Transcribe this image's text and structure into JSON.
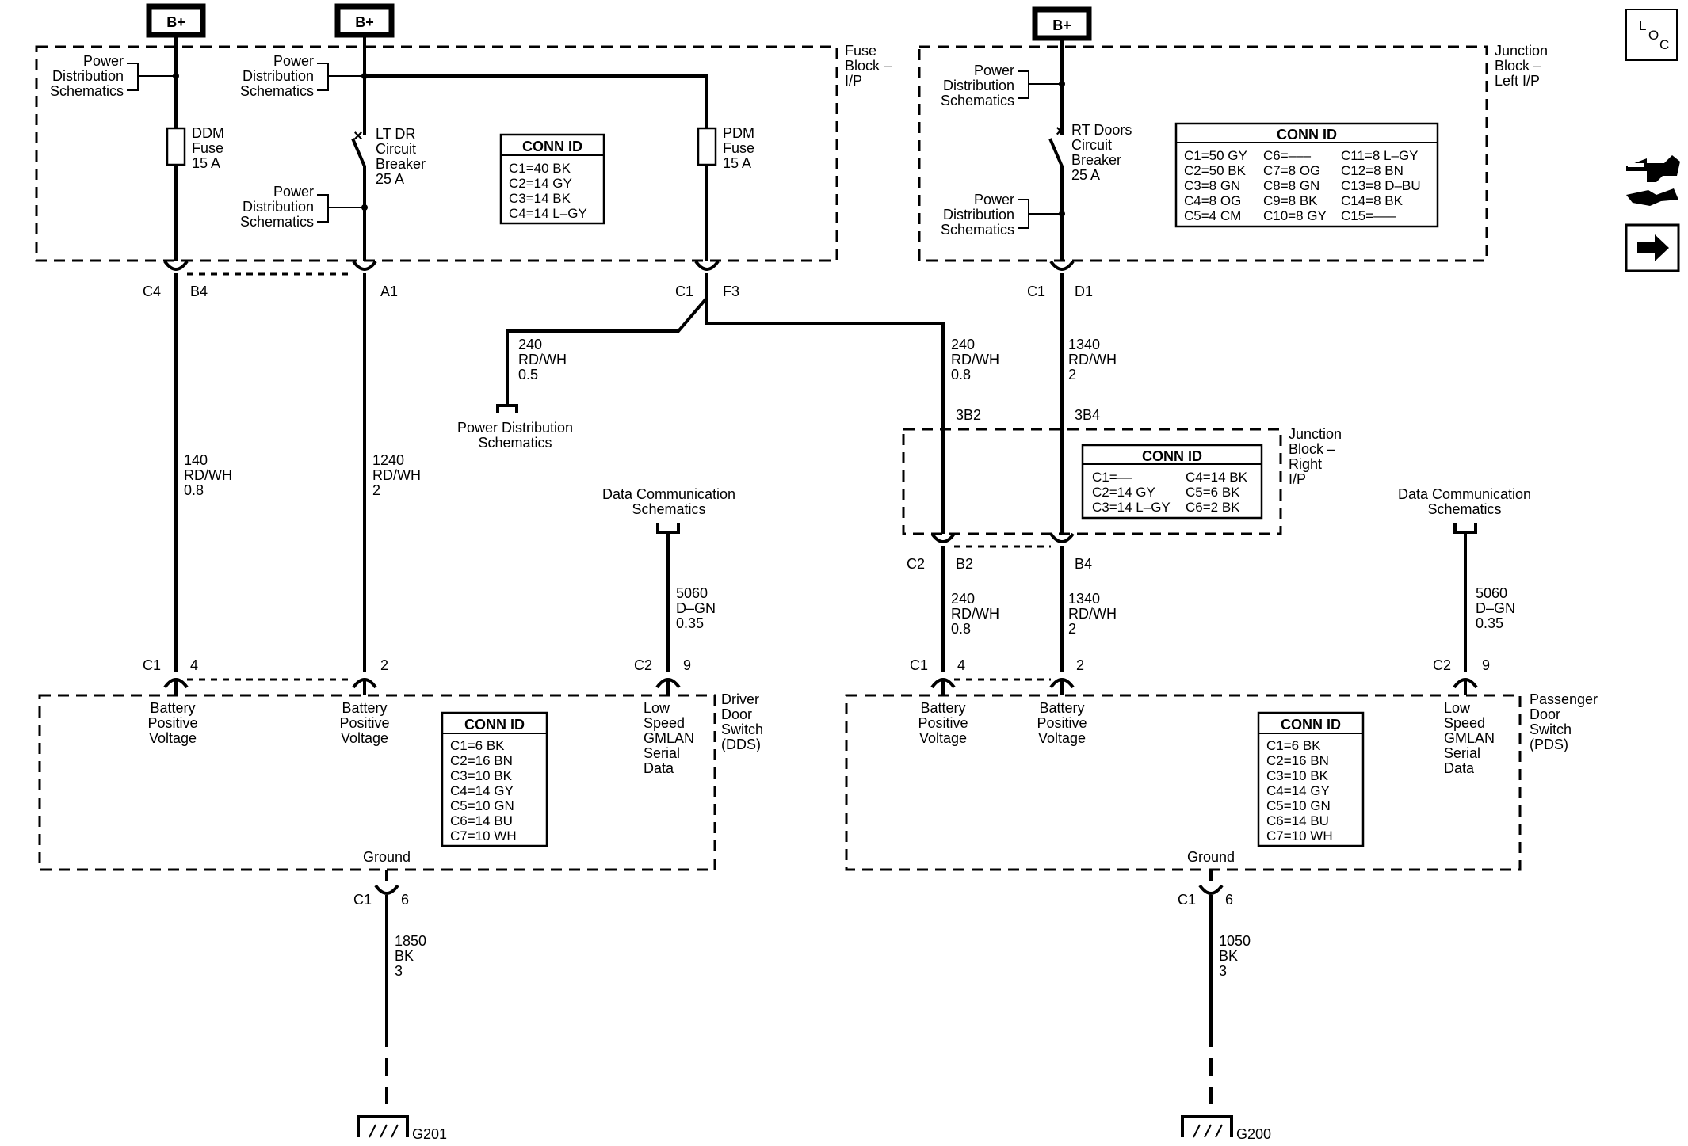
{
  "supplies": {
    "bplus": "B+"
  },
  "icons": {
    "loc_letters": [
      "L",
      "O",
      "C"
    ]
  },
  "fuse_block": {
    "name": [
      "Fuse",
      "Block –",
      "I/P"
    ]
  },
  "jb_left": {
    "name": [
      "Junction",
      "Block –",
      "Left I/P"
    ]
  },
  "jb_right": {
    "name": [
      "Junction",
      "Block –",
      "Right",
      "I/P"
    ]
  },
  "power_dist": [
    "Power",
    "Distribution",
    "Schematics"
  ],
  "ddm_fuse": [
    "DDM",
    "Fuse",
    "15 A"
  ],
  "pdm_fuse": [
    "PDM",
    "Fuse",
    "15 A"
  ],
  "lt_breaker": [
    "LT DR",
    "Circuit",
    "Breaker",
    "25 A"
  ],
  "rt_breaker": [
    "RT Doors",
    "Circuit",
    "Breaker",
    "25 A"
  ],
  "conn_fuse": {
    "title": "CONN ID",
    "rows": [
      "C1=40 BK",
      "C2=14 GY",
      "C3=14 BK",
      "C4=14 L–GY"
    ]
  },
  "conn_jbl": {
    "title": "CONN ID",
    "col1": [
      "C1=50 GY",
      "C2=50 BK",
      "C3=8 GN",
      "C4=8 OG",
      "C5=4 CM"
    ],
    "col2": [
      "C6=–––",
      "C7=8 OG",
      "C8=8 GN",
      "C9=8 BK",
      "C10=8 GY"
    ],
    "col3": [
      "C11=8 L–GY",
      "C12=8 BN",
      "C13=8 D–BU",
      "C14=8 BK",
      "C15=–––"
    ]
  },
  "conn_jbr": {
    "title": "CONN ID",
    "col1": [
      "C1=––",
      "C2=14 GY",
      "C3=14 L–GY"
    ],
    "col2": [
      "C4=14 BK",
      "C5=6 BK",
      "C6=2 BK"
    ]
  },
  "conn_dds": {
    "title": "CONN ID",
    "rows": [
      "C1=6 BK",
      "C2=16 BN",
      "C3=10 BK",
      "C4=14 GY",
      "C5=10 GN",
      "C6=14 BU",
      "C7=10 WH"
    ]
  },
  "conn_pds": {
    "title": "CONN ID",
    "rows": [
      "C1=6 BK",
      "C2=16 BN",
      "C3=10 BK",
      "C4=14 GY",
      "C5=10 GN",
      "C6=14 BU",
      "C7=10 WH"
    ]
  },
  "pins": {
    "c4": "C4",
    "b4": "B4",
    "a1": "A1",
    "c1_f3": "C1",
    "f3": "F3",
    "c1_d1": "C1",
    "d1": "D1",
    "jr_3b2": "3B2",
    "jr_3b4": "3B4",
    "c2_b2": "C2",
    "b2": "B2",
    "b4r": "B4",
    "dds_c1": "C1",
    "dds_4": "4",
    "dds_2": "2",
    "dds_c2": "C2",
    "dds_9": "9",
    "pds_c1": "C1",
    "pds_4": "4",
    "pds_2": "2",
    "pds_c2": "C2",
    "pds_9": "9",
    "dds_gc1": "C1",
    "dds_g6": "6",
    "pds_gc1": "C1",
    "pds_g6": "6"
  },
  "wires": {
    "w140": [
      "140",
      "RD/WH",
      "0.8"
    ],
    "w1240": [
      "1240",
      "RD/WH",
      "2"
    ],
    "w240a": [
      "240",
      "RD/WH",
      "0.5"
    ],
    "w240b": [
      "240",
      "RD/WH",
      "0.8"
    ],
    "w1340a": [
      "1340",
      "RD/WH",
      "2"
    ],
    "w240c": [
      "240",
      "RD/WH",
      "0.8"
    ],
    "w1340b": [
      "1340",
      "RD/WH",
      "2"
    ],
    "w5060a": [
      "5060",
      "D–GN",
      "0.35"
    ],
    "w5060b": [
      "5060",
      "D–GN",
      "0.35"
    ],
    "w1850": [
      "1850",
      "BK",
      "3"
    ],
    "w1050": [
      "1050",
      "BK",
      "3"
    ]
  },
  "pd_bottom": [
    "Power Distribution",
    "Schematics"
  ],
  "data_comm": [
    "Data Communication",
    "Schematics"
  ],
  "bpv": [
    "Battery",
    "Positive",
    "Voltage"
  ],
  "lsgmlan": [
    "Low",
    "Speed",
    "GMLAN",
    "Serial",
    "Data"
  ],
  "dds": {
    "name": [
      "Driver",
      "Door",
      "Switch",
      "(DDS)"
    ],
    "ground": "Ground",
    "gid": "G201"
  },
  "pds": {
    "name": [
      "Passenger",
      "Door",
      "Switch",
      "(PDS)"
    ],
    "ground": "Ground",
    "gid": "G200"
  }
}
